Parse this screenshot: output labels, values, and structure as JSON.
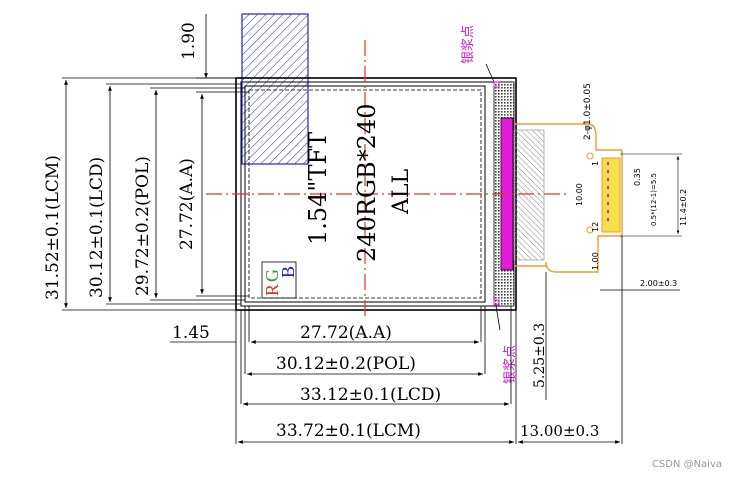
{
  "drawing": {
    "product": {
      "size_line": "1.54\"TFT",
      "resolution_line": "240RGB*240",
      "view_line": "ALL"
    },
    "rgb_mark": {
      "r": "R",
      "g": "G",
      "b": "B"
    },
    "silver_paste_label": "银浆点",
    "dimensions": {
      "top_offset": "1.90",
      "height_lcm": "31.52±0.1(LCM)",
      "height_lcd": "30.12±0.1(LCD)",
      "height_pol": "29.72±0.2(POL)",
      "height_aa": "27.72(A.A)",
      "left_offset": "1.45",
      "width_aa": "27.72(A.A)",
      "width_pol": "30.12±0.2(POL)",
      "width_lcd": "33.12±0.1(LCD)",
      "width_lcm": "33.72±0.1(LCM)",
      "fpc_length": "13.00±0.3",
      "fpc_offset": "5.25±0.3",
      "fpc_end": "2.00±0.3",
      "hole": "2-φ1.0±0.05",
      "pitch_w": "10.00",
      "connector_h": "11.4±0.2",
      "pin_pitch": "0.5*(12-1)=5.5",
      "pin_width": "0.35",
      "stiffener": "1.00",
      "pin_1": "1",
      "pin_12": "12"
    },
    "colors": {
      "center_line": "#e8302a",
      "fpc": "#f29a38",
      "flex_magenta": "#e61adb",
      "silver_label": "#d61ad6",
      "blue_tab": "#2222cc"
    }
  },
  "watermark": "CSDN @Naiva"
}
